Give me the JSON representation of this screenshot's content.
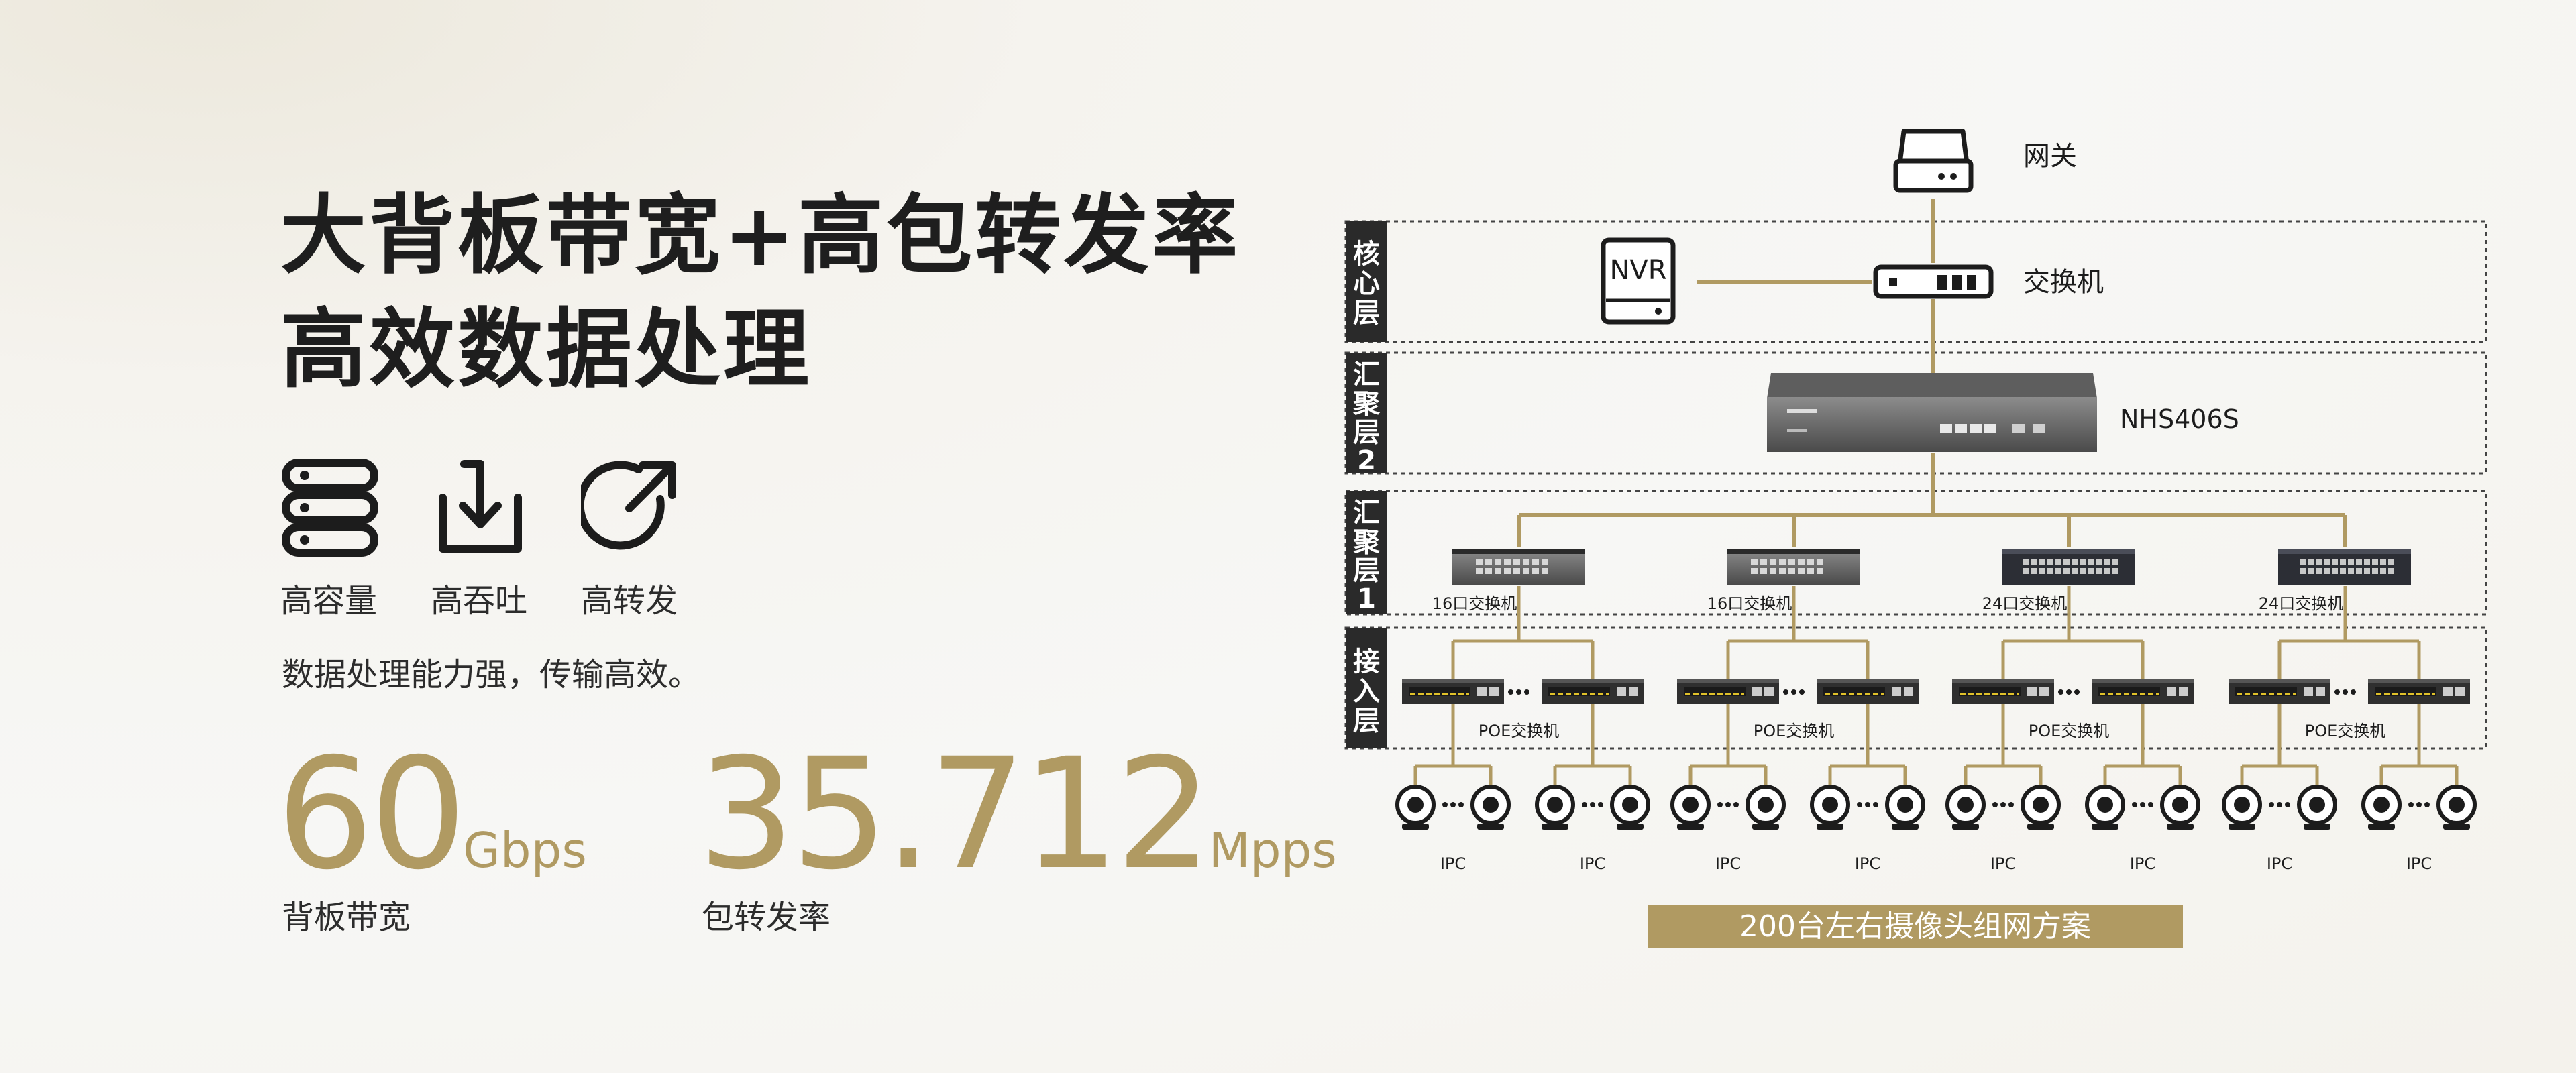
{
  "headline": {
    "line1": "大背板带宽+高包转发率",
    "line2": "高效数据处理"
  },
  "features": [
    {
      "icon": "server-stack-icon",
      "label": "高容量"
    },
    {
      "icon": "download-tray-icon",
      "label": "高吞吐"
    },
    {
      "icon": "forward-arrow-icon",
      "label": "高转发"
    }
  ],
  "description": "数据处理能力强，传输高效。",
  "metrics": [
    {
      "value": "60",
      "unit": "Gbps",
      "label": "背板带宽"
    },
    {
      "value": "35.712",
      "unit": "Mpps",
      "label": "包转发率"
    }
  ],
  "diagram": {
    "layers": [
      "核心层",
      "汇聚层2",
      "汇聚层1",
      "接入层"
    ],
    "gateway_label": "网关",
    "nvr_label": "NVR",
    "core_switch_label": "交换机",
    "agg2_device_label": "NHS406S",
    "agg1_switch_labels": [
      "16口交换机",
      "16口交换机",
      "24口交换机",
      "24口交换机"
    ],
    "poe_label": "POE交换机",
    "ipc_label": "IPC",
    "caption": "200台左右摄像头组网方案",
    "accent_color": "#b09a62"
  }
}
